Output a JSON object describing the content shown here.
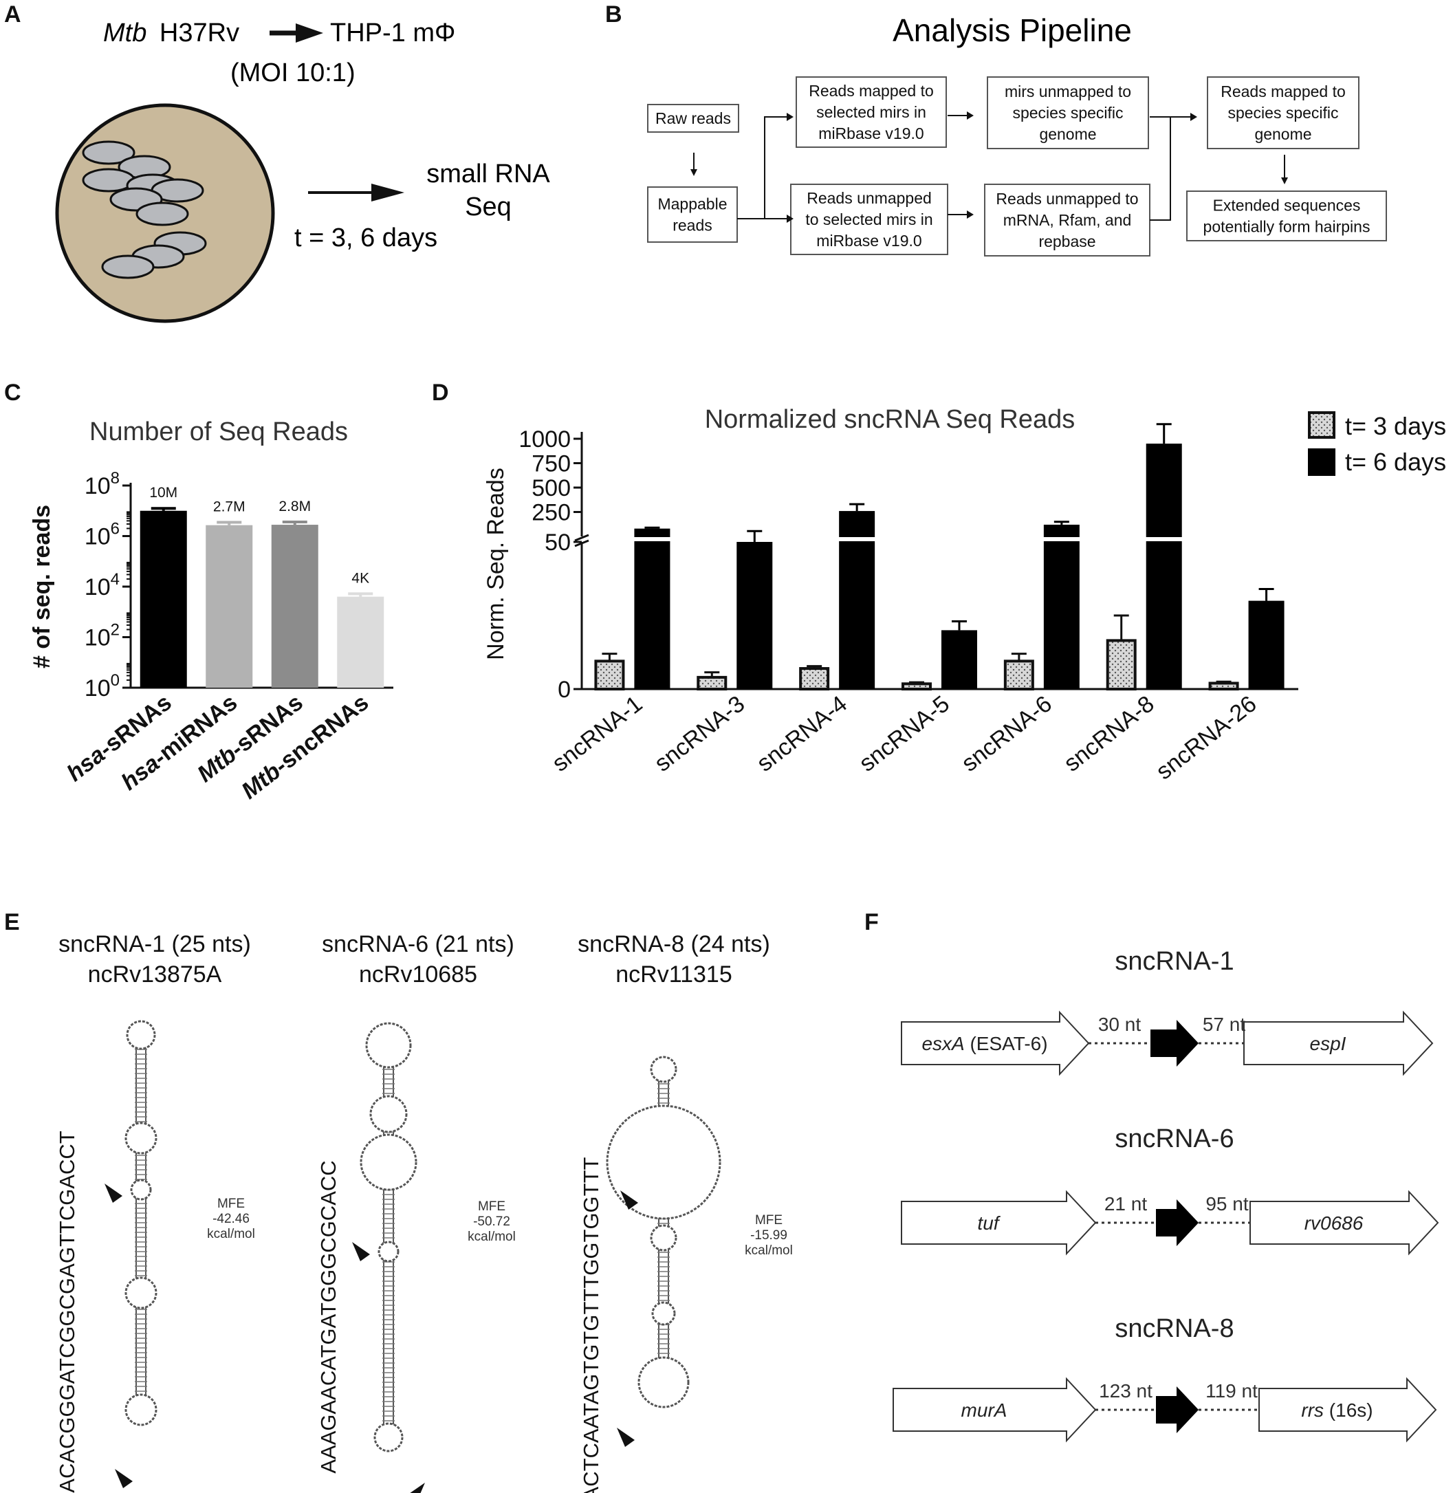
{
  "panels": {
    "a": "A",
    "b": "B",
    "c": "C",
    "d": "D",
    "e": "E",
    "f": "F"
  },
  "panelA": {
    "organism": "Mtb",
    "strain": "H37Rv",
    "host": "THP-1 mΦ",
    "moi": "(MOI 10:1)",
    "result_line1": "small RNA",
    "result_line2": "Seq",
    "time": "t = 3, 6 days",
    "colors": {
      "dish": "#c9b99b",
      "cell": "#b7b9bd"
    }
  },
  "panelB": {
    "title": "Analysis Pipeline",
    "boxes": {
      "raw": [
        "Raw reads"
      ],
      "mappable": [
        "Mappable",
        "reads"
      ],
      "mapped_mirs": [
        "Reads mapped to",
        "selected mirs in",
        "miRbase v19.0"
      ],
      "unmapped_mirs": [
        "Reads unmapped",
        "to selected mirs in",
        "miRbase v19.0"
      ],
      "mirs_unmapped_genome": [
        "mirs unmapped to",
        "species specific",
        "genome"
      ],
      "unmapped_mrna": [
        "Reads unmapped to",
        "mRNA, Rfam, and",
        "repbase"
      ],
      "mapped_genome": [
        "Reads mapped to",
        "species specific",
        "genome"
      ],
      "extended": [
        "Extended sequences",
        "potentially form hairpins"
      ]
    }
  },
  "chart_data": [
    {
      "type": "bar",
      "title": "Number of Seq Reads",
      "ylabel": "# of seq. reads",
      "xlabel": "",
      "yscale": "log",
      "ylim": [
        1,
        100000000
      ],
      "yticks": [
        {
          "b": "10",
          "e": "0",
          "v": 1
        },
        {
          "b": "10",
          "e": "2",
          "v": 100
        },
        {
          "b": "10",
          "e": "4",
          "v": 10000
        },
        {
          "b": "10",
          "e": "6",
          "v": 1000000
        },
        {
          "b": "10",
          "e": "8",
          "v": 100000000
        }
      ],
      "categories": [
        {
          "prefix": "hsa",
          "suffix": "-sRNAs"
        },
        {
          "prefix": "hsa",
          "suffix": "-miRNAs"
        },
        {
          "prefix": "Mtb",
          "suffix": "-sRNAs"
        },
        {
          "prefix": "Mtb",
          "suffix": "-sncRNAs"
        }
      ],
      "values": [
        10000000,
        2700000,
        2800000,
        4000
      ],
      "errors": [
        12500000,
        3500000,
        3600000,
        5200
      ],
      "data_labels": [
        "10M",
        "2.7M",
        "2.8M",
        "4K"
      ],
      "colors": [
        "#000000",
        "#b2b2b2",
        "#8c8c8c",
        "#dcdcdc"
      ],
      "grid": false
    },
    {
      "type": "bar",
      "title": "Normalized sncRNA Seq Reads",
      "ylabel": "Norm. Seq. Reads",
      "xlabel": "",
      "yscale": "broken",
      "lower_range": [
        0,
        50
      ],
      "upper_range": [
        0,
        1000
      ],
      "yticks_lower": [
        "0",
        "50"
      ],
      "yticks_upper": [
        "250",
        "500",
        "750",
        "1000"
      ],
      "categories": [
        "sncRNA-1",
        "sncRNA-3",
        "sncRNA-4",
        "sncRNA-5",
        "sncRNA-6",
        "sncRNA-8",
        "sncRNA-26"
      ],
      "series": [
        {
          "name": "t= 3 days",
          "values": [
            9.5,
            4,
            7,
            1.8,
            9.5,
            16.5,
            2
          ],
          "errors": [
            12,
            5.7,
            7.8,
            2.3,
            12,
            25,
            2.5
          ],
          "color": "#d8d8d8",
          "pattern": "dots"
        },
        {
          "name": "t= 6 days",
          "values": [
            80,
            50,
            260,
            20,
            120,
            950,
            30
          ],
          "errors": [
            90,
            55,
            330,
            23,
            150,
            1150,
            34
          ],
          "color": "#000000",
          "pattern": "solid"
        }
      ],
      "legend": "top-right",
      "grid": false
    }
  ],
  "panelE": {
    "items": [
      {
        "title": "sncRNA-1 (25 nts)",
        "id": "ncRv13875A",
        "seq": "ACACGGGATCGGCGAGTTCGACCT",
        "mfe": [
          "MFE",
          "-42.46",
          "kcal/mol"
        ]
      },
      {
        "title": "sncRNA-6 (21 nts)",
        "id": "ncRv10685",
        "seq": "AAAGAACATGATGGGCGCACC",
        "mfe": [
          "MFE",
          "-50.72",
          "kcal/mol"
        ]
      },
      {
        "title": "sncRNA-8 (24 nts)",
        "id": "ncRv11315",
        "seq": "ACTCAATAGTGTGTTTGGTGGTTT",
        "mfe": [
          "MFE",
          "-15.99",
          "kcal/mol"
        ]
      }
    ]
  },
  "panelF": {
    "loci": [
      {
        "title": "sncRNA-1",
        "left": {
          "italic": "esxA",
          "rest": " (ESAT-6)"
        },
        "gap_left": "30 nt",
        "gap_right": "57 nt",
        "right": {
          "italic": "espI",
          "rest": ""
        }
      },
      {
        "title": "sncRNA-6",
        "left": {
          "italic": "tuf",
          "rest": ""
        },
        "gap_left": "21 nt",
        "gap_right": "95 nt",
        "right": {
          "italic": "rv0686",
          "rest": ""
        }
      },
      {
        "title": "sncRNA-8",
        "left": {
          "italic": "murA",
          "rest": ""
        },
        "gap_left": "123 nt",
        "gap_right": "119 nt",
        "right": {
          "italic": "rrs",
          "rest": " (16s)"
        }
      }
    ]
  }
}
